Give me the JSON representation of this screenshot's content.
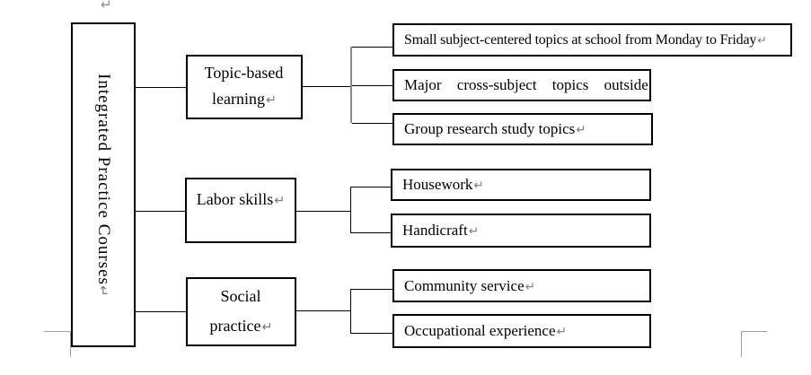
{
  "page": {
    "stray_return_mark": "↵"
  },
  "colors": {
    "box_border": "#000000",
    "connector": "#000000",
    "gray_connector": "#8a8a8a",
    "formatting_mark": "#7a7a7a",
    "text_boundary_mark": "#9e9e9e",
    "background": "#ffffff",
    "text": "#000000"
  },
  "root": {
    "label": "Integrated Practice Courses",
    "return_mark": "↵"
  },
  "branches": [
    {
      "label_lines": [
        {
          "t": "Topic-based",
          "m": ""
        },
        {
          "t": "learning",
          "m": "↵"
        }
      ],
      "children": [
        {
          "t": "Small subject-centered topics at school from Monday to Friday",
          "m": "↵"
        },
        {
          "t": "Major cross-subject topics outside",
          "m": ""
        },
        {
          "t": "Group research study topics",
          "m": "↵"
        }
      ]
    },
    {
      "label_lines": [
        {
          "t": "Labor skills",
          "m": "↵"
        }
      ],
      "children": [
        {
          "t": "Housework",
          "m": "↵"
        },
        {
          "t": "Handicraft",
          "m": "↵"
        }
      ]
    },
    {
      "label_lines": [
        {
          "t": "Social",
          "m": ""
        },
        {
          "t": "practice",
          "m": "↵"
        }
      ],
      "children": [
        {
          "t": "Community service",
          "m": "↵"
        },
        {
          "t": "Occupational experience",
          "m": "↵"
        }
      ]
    }
  ]
}
